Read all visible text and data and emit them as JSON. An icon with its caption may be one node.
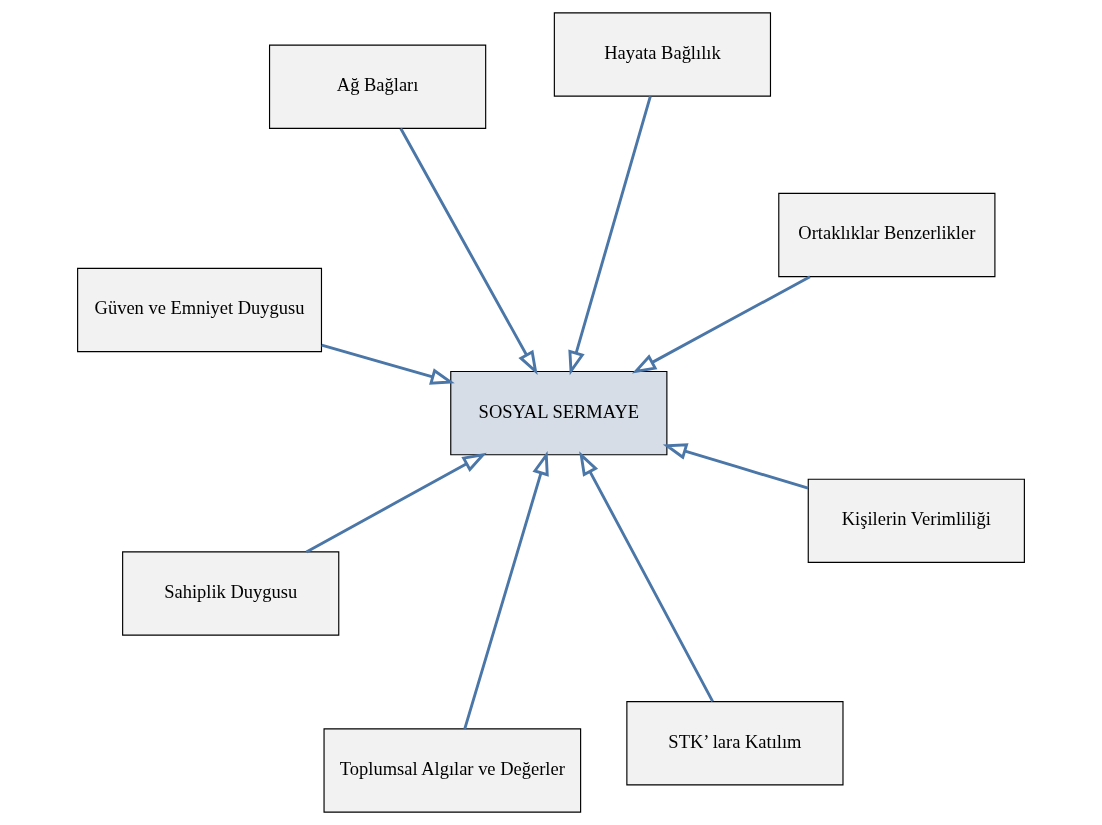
{
  "diagram": {
    "nodes": [
      {
        "text": [
          "Güven ve Emniyet Duygusu"
        ]
      },
      {
        "text": [
          "Ortaklıklar Benzerlikler"
        ]
      },
      {
        "text": [
          "STK’ lara Katılım"
        ]
      },
      {
        "text": [
          "Hayata Bağlılık"
        ]
      },
      {
        "text": [
          "SOSYAL SERMAYE"
        ]
      },
      {
        "text": [
          "Ağ Bağları"
        ]
      },
      {
        "text": [
          "Sahiplik Duygusu"
        ]
      },
      {
        "text": [
          "Kişilerin Verimliliği"
        ]
      },
      {
        "text": [
          "Toplumsal Algılar ve Değerler"
        ]
      }
    ],
    "edges": [
      {
        "from": 0,
        "to": 4,
        "arrow": "to"
      },
      {
        "from": 1,
        "to": 4,
        "arrow": "to"
      },
      {
        "from": 2,
        "to": 4,
        "arrow": "to"
      },
      {
        "from": 3,
        "to": 4,
        "arrow": "to"
      },
      {
        "from": 5,
        "to": 4,
        "arrow": "to"
      },
      {
        "from": 6,
        "to": 4,
        "arrow": "to"
      },
      {
        "from": 7,
        "to": 4,
        "arrow": "to"
      },
      {
        "from": 8,
        "to": 4,
        "arrow": "to"
      }
    ]
  }
}
